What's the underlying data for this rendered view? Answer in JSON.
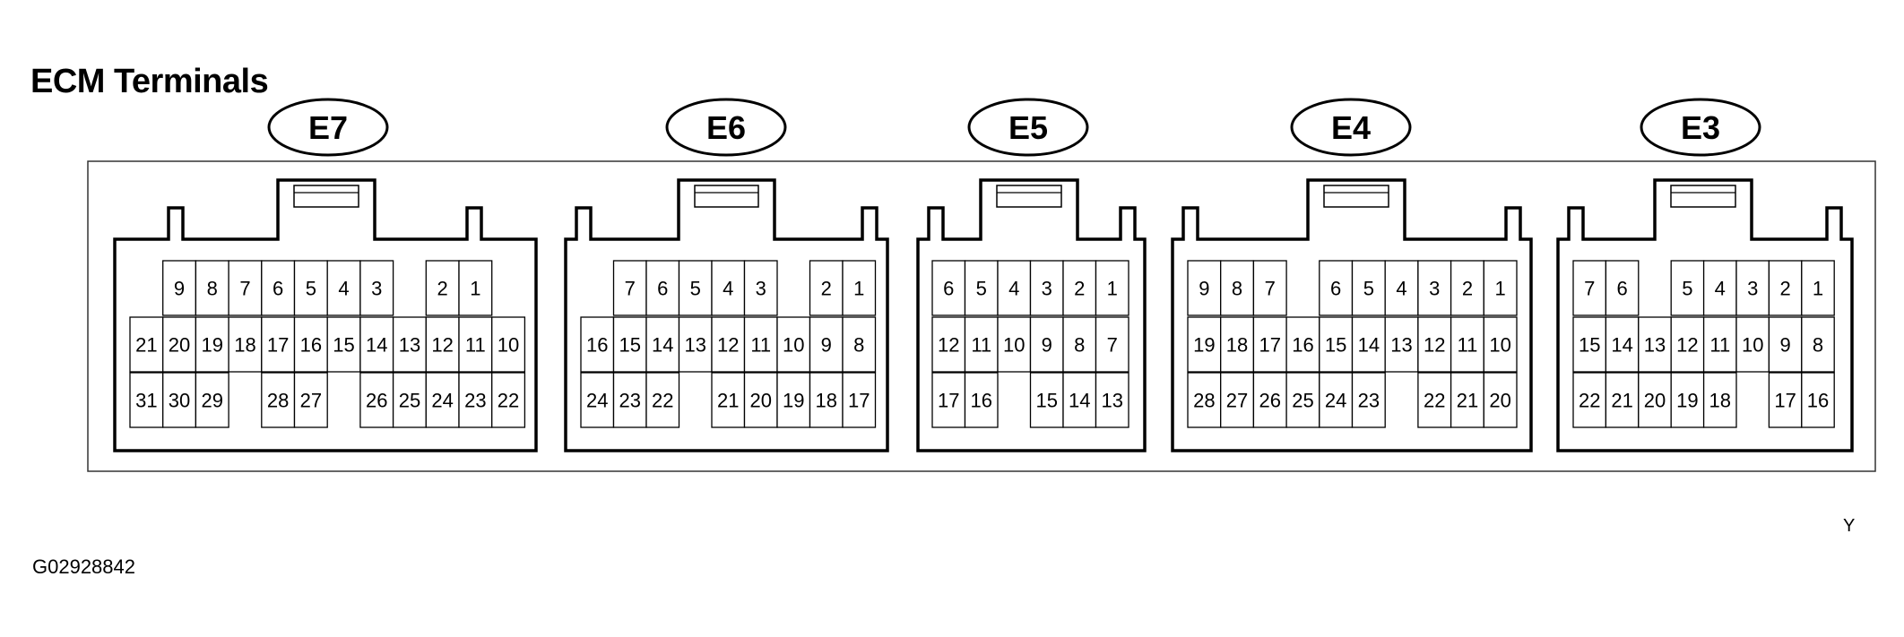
{
  "title": "ECM Terminals",
  "figure_code": "G02928842",
  "view_mark": "Y",
  "connectors": [
    {
      "label": "E7",
      "rows": [
        [
          "",
          "9",
          "8",
          "7",
          "6",
          "5",
          "4",
          "3",
          "",
          "2",
          "1",
          ""
        ],
        [
          "21",
          "20",
          "19",
          "18",
          "17",
          "16",
          "15",
          "14",
          "13",
          "12",
          "11",
          "10"
        ],
        [
          "31",
          "30",
          "29",
          "",
          "28",
          "27",
          "",
          "26",
          "25",
          "24",
          "23",
          "22"
        ]
      ]
    },
    {
      "label": "E6",
      "rows": [
        [
          "",
          "7",
          "6",
          "5",
          "4",
          "3",
          "",
          "2",
          "1"
        ],
        [
          "16",
          "15",
          "14",
          "13",
          "12",
          "11",
          "10",
          "9",
          "8"
        ],
        [
          "24",
          "23",
          "22",
          "",
          "21",
          "20",
          "19",
          "18",
          "17"
        ]
      ]
    },
    {
      "label": "E5",
      "rows": [
        [
          "6",
          "5",
          "4",
          "3",
          "2",
          "1"
        ],
        [
          "12",
          "11",
          "10",
          "9",
          "8",
          "7"
        ],
        [
          "17",
          "16",
          "",
          "15",
          "14",
          "13"
        ]
      ]
    },
    {
      "label": "E4",
      "rows": [
        [
          "9",
          "8",
          "7",
          "",
          "6",
          "5",
          "4",
          "3",
          "2",
          "1"
        ],
        [
          "19",
          "18",
          "17",
          "16",
          "15",
          "14",
          "13",
          "12",
          "11",
          "10"
        ],
        [
          "28",
          "27",
          "26",
          "25",
          "24",
          "23",
          "",
          "22",
          "21",
          "20"
        ]
      ]
    },
    {
      "label": "E3",
      "rows": [
        [
          "7",
          "6",
          "",
          "5",
          "4",
          "3",
          "2",
          "1"
        ],
        [
          "15",
          "14",
          "13",
          "12",
          "11",
          "10",
          "9",
          "8"
        ],
        [
          "22",
          "21",
          "20",
          "19",
          "18",
          "",
          "17",
          "16"
        ]
      ]
    }
  ]
}
